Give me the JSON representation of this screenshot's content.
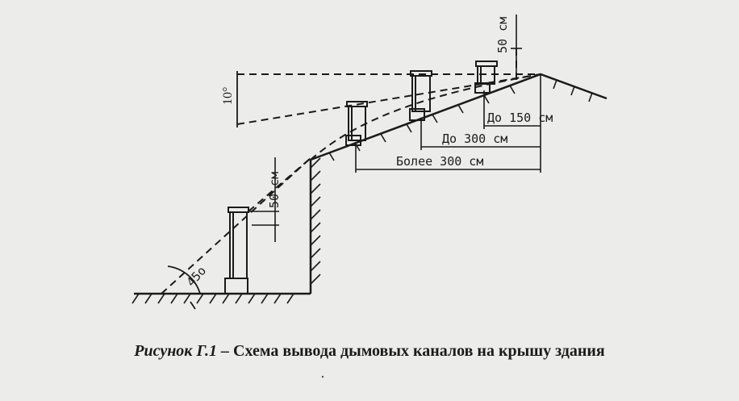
{
  "caption": {
    "figure": "Рисунок Г.1 –",
    "title": "Схема вывода дымовых каналов на крышу здания"
  },
  "labels": {
    "angle_10": "10°",
    "angle_45": "45o",
    "height_50_top": "50 см",
    "height_50_left": "50 см",
    "dist_150": "До 150 см",
    "dist_300": "До 300 см",
    "dist_more_300": "Более 300 см"
  },
  "colors": {
    "line": "#1a1a1a",
    "paper": "#ecedea"
  }
}
